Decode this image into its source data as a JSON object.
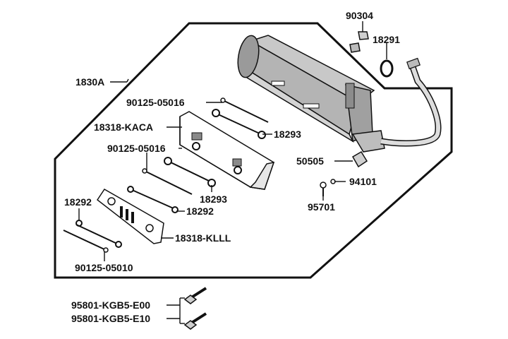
{
  "diagram": {
    "group_label": "1830A",
    "labels": {
      "p90304": "90304",
      "p18291": "18291",
      "p90125a": "90125-05016",
      "p18318kaca": "18318-KACA",
      "p18293a": "18293",
      "p90125b": "90125-05016",
      "p50505": "50505",
      "p94101": "94101",
      "p18293b": "18293",
      "p18292a": "18292",
      "p95701": "95701",
      "p18292b": "18292",
      "p18318klll": "18318-KLLL",
      "p90125c": "90125-05010",
      "p95801a": "95801-KGB5-E00",
      "p95801b": "95801-KGB5-E10"
    }
  }
}
